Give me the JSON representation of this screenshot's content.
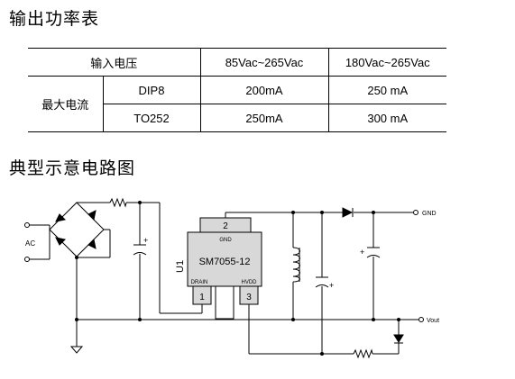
{
  "headings": {
    "output_power_table": "输出功率表",
    "typical_circuit": "典型示意电路图"
  },
  "table": {
    "input_voltage_label": "输入电压",
    "voltage_range_1": "85Vac~265Vac",
    "voltage_range_2": "180Vac~265Vac",
    "max_current_label": "最大电流",
    "rows": [
      {
        "package": "DIP8",
        "current_1": "200mA",
        "current_2": "250 mA"
      },
      {
        "package": "TO252",
        "current_1": "250mA",
        "current_2": "300 mA"
      }
    ]
  },
  "circuit": {
    "ac_label": "AC",
    "chip_name": "SM7055-12",
    "designator": "U1",
    "gnd_pin_label": "GND",
    "drain_pin_label": "DRAIN",
    "hvdd_pin_label": "HVDD",
    "pin_1": "1",
    "pin_2": "2",
    "pin_3": "3",
    "output_gnd_label": "GND",
    "output_vout_label": "Vout",
    "plus_sign": "+"
  },
  "colors": {
    "line": "#000000",
    "chip_fill": "#d8d8d8"
  }
}
